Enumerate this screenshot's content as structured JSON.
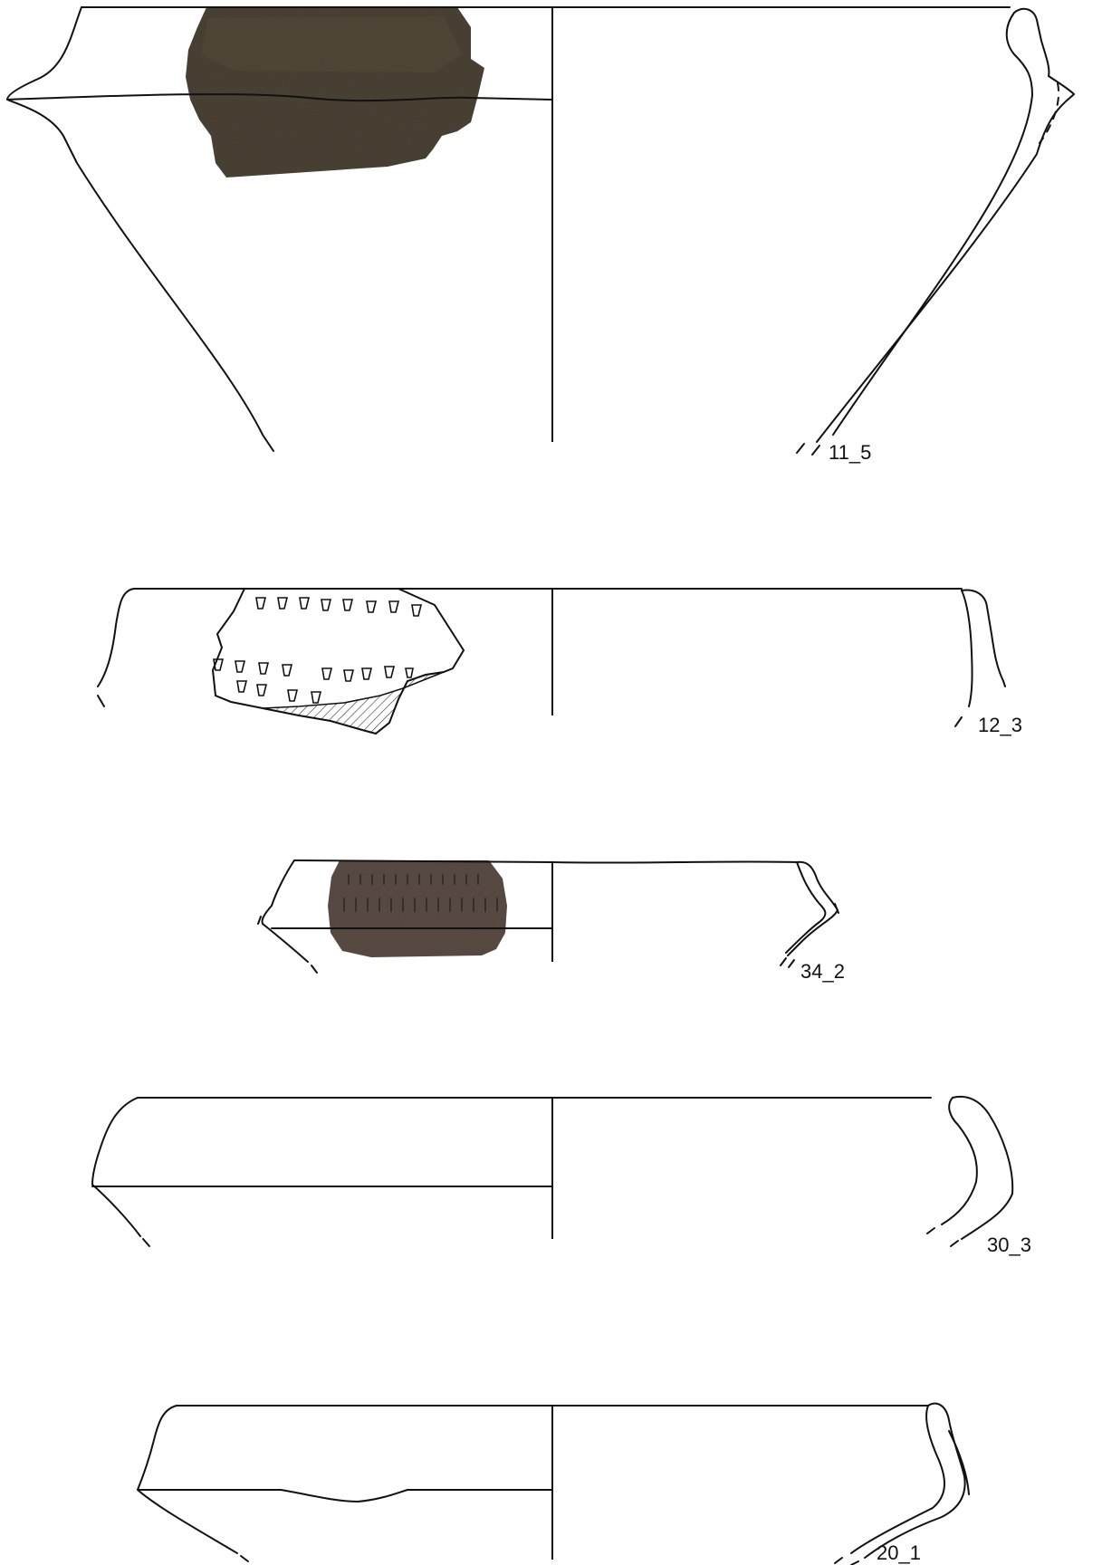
{
  "plate": {
    "background": "#ffffff",
    "line_color": "#111111",
    "sherd_color_dark": "#4a4033",
    "sherd_color_brown": "#5a4c44"
  },
  "vessels": [
    {
      "id": "11_5",
      "label": "11_5",
      "surface": "photo-sherd-dark"
    },
    {
      "id": "12_3",
      "label": "12_3",
      "surface": "drawn-sherd-with-nail-impressions"
    },
    {
      "id": "34_2",
      "label": "34_2",
      "surface": "photo-sherd-with-punctate-rows"
    },
    {
      "id": "30_3",
      "label": "30_3",
      "surface": "none"
    },
    {
      "id": "20_1",
      "label": "20_1",
      "surface": "none"
    }
  ]
}
